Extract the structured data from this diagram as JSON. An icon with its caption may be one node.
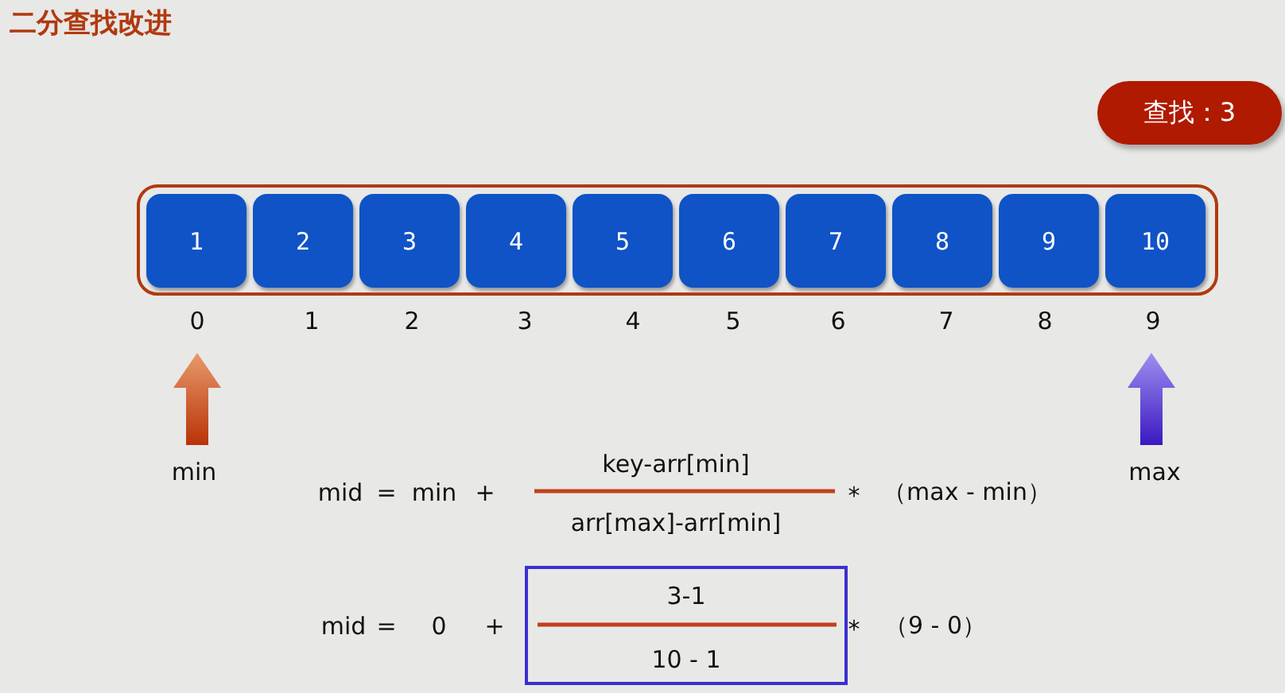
{
  "diagram": {
    "title": "二分查找改进",
    "nodes": [
      {
        "text": [
          "查找：3"
        ]
      },
      {
        "text": [],
        "shape": "box"
      },
      {
        "text": [
          "1"
        ],
        "in": 1
      },
      {
        "text": [
          "2"
        ],
        "in": 1
      },
      {
        "text": [
          "3"
        ],
        "in": 1
      },
      {
        "text": [
          "4"
        ],
        "in": 1
      },
      {
        "text": [
          "5"
        ],
        "in": 1
      },
      {
        "text": [
          "6"
        ],
        "in": 1
      },
      {
        "text": [
          "7"
        ],
        "in": 1
      },
      {
        "text": [
          "8"
        ],
        "in": 1
      },
      {
        "text": [
          "9"
        ],
        "in": 1
      },
      {
        "text": [
          "10"
        ],
        "in": 1
      },
      {
        "text": [
          "3-1",
          "10 - 1"
        ]
      }
    ],
    "edges": [],
    "labels": [
      "0",
      "1",
      "2",
      "3",
      "4",
      "5",
      "6",
      "7",
      "8",
      "9",
      "min",
      "max",
      "key-arr[min]",
      "mid",
      "=",
      "min",
      "+",
      "*",
      "（max - min）",
      "arr[max]-arr[min]",
      "mid",
      "=",
      "0",
      "+",
      "*",
      "（9 - 0）"
    ]
  }
}
